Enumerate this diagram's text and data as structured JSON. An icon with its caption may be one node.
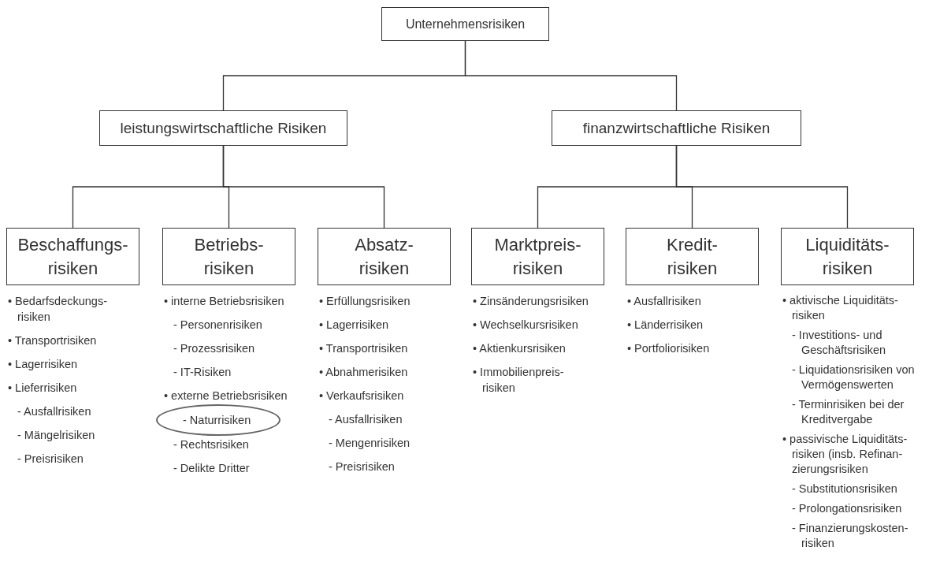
{
  "diagram": {
    "nodes": [
      {
        "text": [
          "Unternehmensrisiken"
        ]
      },
      {
        "text": [
          "leistungswirtschaftliche Risiken"
        ]
      },
      {
        "text": [
          "finanzwirtschaftliche Risiken"
        ]
      },
      {
        "text": [
          "Beschaffungs- risiken"
        ]
      },
      {
        "text": [
          "Betriebs- risiken"
        ]
      },
      {
        "text": [
          "Absatz- risiken"
        ]
      },
      {
        "text": [
          "Marktpreis- risiken"
        ]
      },
      {
        "text": [
          "Kredit- risiken"
        ]
      },
      {
        "text": [
          "Liquiditäts- risiken"
        ]
      },
      {
        "text": [
          "- Naturrisiken"
        ]
      }
    ],
    "edges": [
      {
        "from": 0,
        "to": 1,
        "arrow": "none"
      },
      {
        "from": 0,
        "to": 2,
        "arrow": "none"
      },
      {
        "from": 1,
        "to": 3,
        "arrow": "none"
      },
      {
        "from": 1,
        "to": 4,
        "arrow": "none"
      },
      {
        "from": 1,
        "to": 5,
        "arrow": "none"
      },
      {
        "from": 2,
        "to": 6,
        "arrow": "none"
      },
      {
        "from": 2,
        "to": 7,
        "arrow": "none"
      },
      {
        "from": 2,
        "to": 8,
        "arrow": "none"
      }
    ],
    "labels": [
      "• Bedarfsdeckungs- risiken",
      "• Transportrisiken",
      "• Lagerrisiken",
      "• Lieferrisiken",
      "- Ausfallrisiken",
      "- Mängelrisiken",
      "- Preisrisiken",
      "• interne Betriebsrisiken",
      "- Personenrisiken",
      "- Prozessrisiken",
      "- IT-Risiken",
      "• externe Betriebsrisiken",
      "- Rechtsrisiken",
      "- Delikte Dritter",
      "• Erfüllungsrisiken",
      "• Lagerrisiken",
      "• Transportrisiken",
      "• Abnahmerisiken",
      "• Verkaufsrisiken",
      "- Ausfallrisiken",
      "- Mengenrisiken",
      "- Preisrisiken",
      "• Zinsänderungsrisiken",
      "• Wechselkursrisiken",
      "• Aktienkursrisiken",
      "• Immobilienpreis- risiken",
      "• Ausfallrisiken",
      "• Länderrisiken",
      "• Portfoliorisiken",
      "• aktivische Liquiditäts- risiken",
      "- Investitions- und Geschäftsrisiken",
      "- Liquidationsrisiken von Vermögenswerten",
      "- Terminrisiken bei der Kreditvergabe",
      "• passivische Liquiditäts- risiken (insb. Refinan- zierungsrisiken",
      "- Substitutionsrisiken",
      "- Prolongationsrisiken",
      "- Finanzierungskosten- risiken"
    ]
  }
}
